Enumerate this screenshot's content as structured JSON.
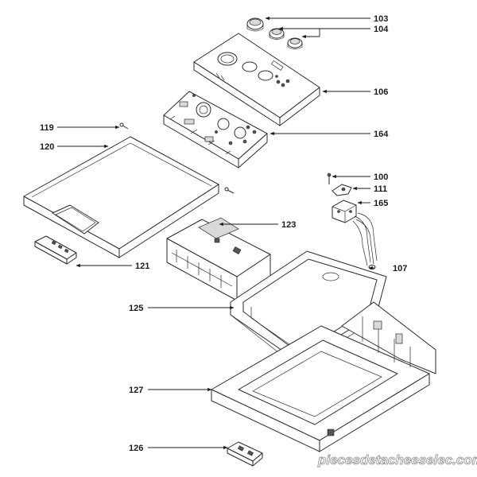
{
  "labels": {
    "l103": "103",
    "l104": "104",
    "l106": "106",
    "l164": "164",
    "l119": "119",
    "l120": "120",
    "l100": "100",
    "l111": "111",
    "l165": "165",
    "l123": "123",
    "l107": "107",
    "l121": "121",
    "l125": "125",
    "l127": "127",
    "l126": "126"
  },
  "watermark": "piecesdetacheeselec.com"
}
